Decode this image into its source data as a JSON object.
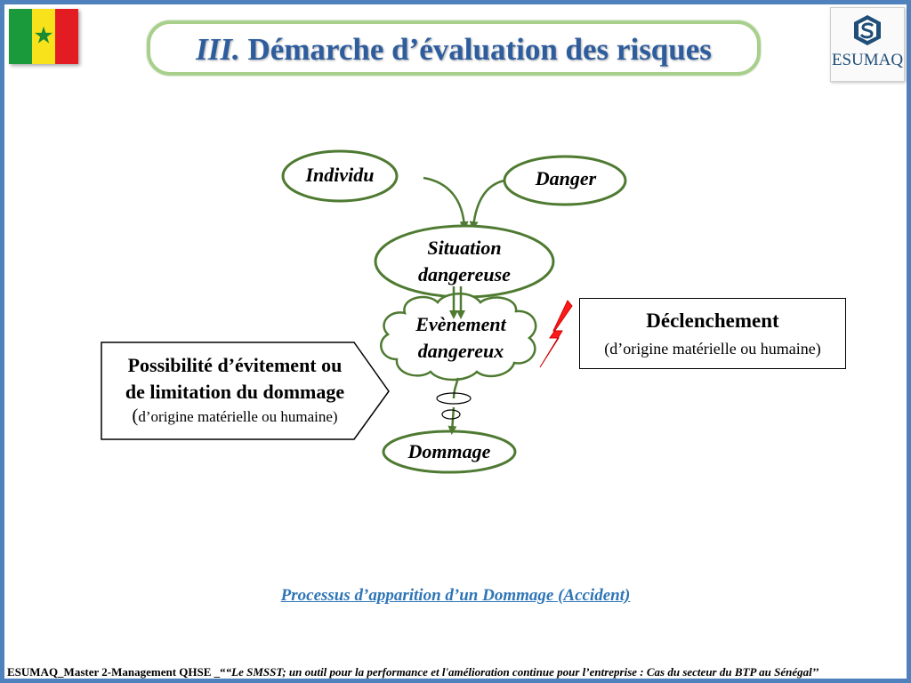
{
  "header": {
    "title_number": "III.",
    "title_text": "Démarche d’évaluation des risques",
    "logo_text": "ESUMAQ"
  },
  "diagram": {
    "individu": "Individu",
    "danger": "Danger",
    "situation_line1": "Situation",
    "situation_line2": "dangereuse",
    "evenement_line1": "Evènement",
    "evenement_line2": "dangereux",
    "dommage": "Dommage",
    "declenchement_title": "Déclenchement",
    "declenchement_sub": "(d’origine matérielle ou humaine)",
    "possibilite_line1": "Possibilité d’évitement ou",
    "possibilite_line2": "de limitation du dommage",
    "possibilite_paren": "(",
    "possibilite_sub": "d’origine matérielle ou humaine)"
  },
  "caption": "Processus d’apparition d’un Dommage (Accident)",
  "footer": {
    "prefix": "ESUMAQ_Master 2-Management QHSE _“",
    "italic": "“Le SMSST; un outil pour la performance et l'amélioration continue pour l’entreprise : Cas du secteur du BTP au Sénégal’’"
  },
  "colors": {
    "frame_border": "#4f81bd",
    "title_text": "#2e5d9e",
    "title_border": "#a8cf8c",
    "ellipse_border": "#4e7a31",
    "arrow": "#4e7a31",
    "lightning": "#ff1a1a",
    "caption": "#2e75b6"
  }
}
